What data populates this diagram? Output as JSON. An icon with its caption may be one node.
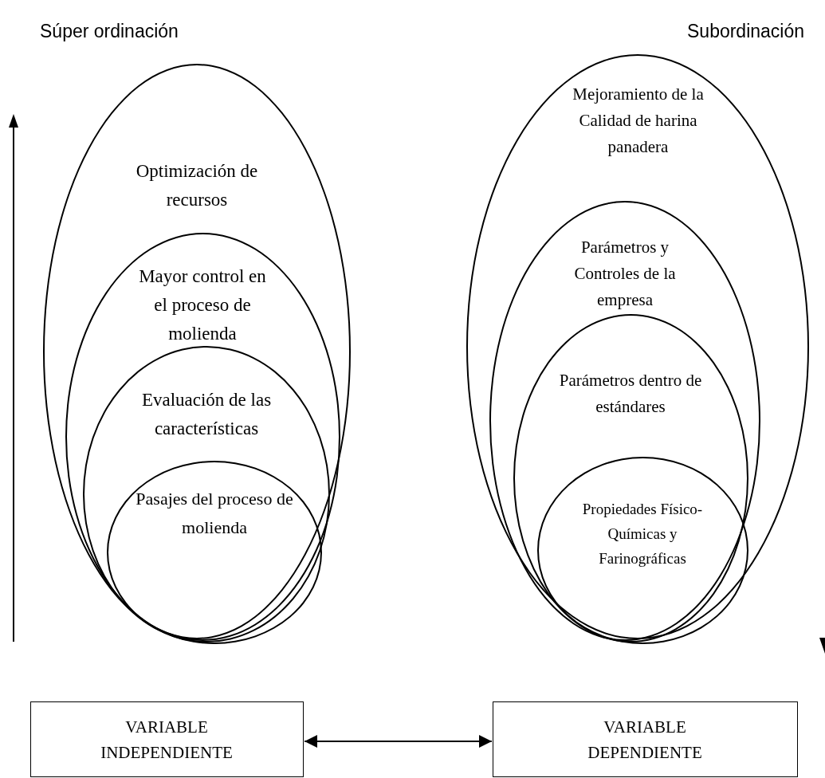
{
  "diagram": {
    "nodes": [
      {
        "text": [
          "Optimización de recursos"
        ]
      },
      {
        "text": [
          "Mayor control en el proceso de molienda"
        ],
        "in": 0
      },
      {
        "text": [
          "Evaluación de las características"
        ],
        "in": 1
      },
      {
        "text": [
          "Pasajes del proceso de molienda"
        ],
        "in": 2
      },
      {
        "text": [
          "Mejoramiento de la Calidad de harina panadera"
        ]
      },
      {
        "text": [
          "Parámetros y Controles de la empresa"
        ],
        "in": 4
      },
      {
        "text": [
          "Parámetros dentro de estándares"
        ],
        "in": 5
      },
      {
        "text": [
          "Propiedades Físico-Químicas y Farinográficas"
        ],
        "in": 6
      },
      {
        "text": [
          "VARIABLE INDEPENDIENTE"
        ]
      },
      {
        "text": [
          "VARIABLE DEPENDIENTE"
        ]
      }
    ],
    "edges": [
      {
        "from": 8,
        "to": 9,
        "arrow": "both"
      }
    ],
    "labels": [
      "Súper ordinación",
      "Subordinación"
    ]
  }
}
